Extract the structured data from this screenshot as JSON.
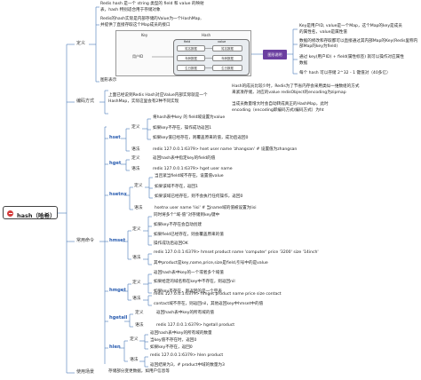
{
  "root": {
    "title": "hash（哈希）"
  },
  "definition": {
    "label": "定义",
    "line1": "Redis hash 是一个 string 类型的 field 和 value 的映射",
    "line2": "表，hash 特别适合用于存储对象",
    "line3": "Redis的hash实际是内部存储的Value为一个HashMap,",
    "line4": "并提供了直接存取这个Map成员的接口",
    "diagram_label": "图形表示",
    "diagram": {
      "key": "Key",
      "hash": "Hash",
      "field": "field",
      "value": "value",
      "user_id": "用户ID",
      "fields": [
        "姓名数据",
        "年龄数据",
        "生日数据"
      ],
      "values": [
        "姓名数据",
        "年龄数据",
        "生日数据"
      ]
    },
    "tu_label": "图形说明",
    "notes": [
      "Key是用户ID, value是一个Map，这个Map的key是成员",
      "的属性名，value是属性值",
      "数据的修改和存取都可以直接通过其内部Map的Key(Redis里称内部Map的key为field)",
      "通过 key(用户ID) + field(属性标签) 就可以操作对应属性",
      "数据",
      "每个 hash 可以存储 2^32 - 1 键值对（40多亿）"
    ]
  },
  "encoding": {
    "label": "编码方式",
    "line1": "Hash的成员比较少时，Redis为了节省内存会采用类似一维数组的方式",
    "line2": "来紧凑存储，对应的value redisObject的encoding为zipmap",
    "line3": "当成员数量增大时会自动转成真正的HashMap，此时",
    "line4": "encoding（encoding即编码方式/编码方式）为ht"
  },
  "common": {
    "label": "常用命令",
    "intro1": "上面已经说到Redis Hash对应Value内部实际就是一个",
    "intro2": "HashMap，实际这里会有2种不同实现"
  },
  "commands": {
    "hset": {
      "name": "hset",
      "def_label": "定义",
      "ex_label": "语法",
      "defs": [
        "将hash表中key 的 field域设置为value",
        "如果key不存在，操作成功返回1",
        "如果key值已经存在，则覆盖原来的值，成功后返回0"
      ],
      "ex": "redis 127.0.0.1:6379> hset user name 'zhangsan'      # 设置值为zhangsan"
    },
    "hget": {
      "name": "hget",
      "def": "返回hash表中指定key的field的值",
      "ex": "redis 127.0.0.1:6379> hget user name"
    },
    "hsetnx": {
      "name": "hsetnx",
      "defs": [
        "当且紧当field域不存在，设置值value",
        "如果该域不存在，返回1",
        "如果该域已经存在，则不会执行任何操作，返回0"
      ],
      "ex": "hsetnx user name 'lisi'      # 当name域的值被设置为lisi"
    },
    "hmset": {
      "name": "hmset",
      "defs": [
        "同时将多个“域-值”对存储到key键中",
        "如果key不存在会自动创建",
        "如果field已经存在，则会覆盖原来的值",
        "操作成功后返回OK"
      ],
      "ex1": "redis 127.0.0.1:6379> hmset product name 'computer' price '3200' size '14inch'",
      "ex2": "其中product是key,name,price,size是field,引号中的是value"
    },
    "hmget": {
      "name": "hmget",
      "defs": [
        "返回hash表中key的一个或者多个域值",
        "如果给定的域名称在key中不存在，则返回nil",
        "如果key不存在，则返回的是一个空表"
      ],
      "ex1": "redis 127.0.0.1:6379> hmget product name price size contact",
      "ex2": "contact域不存在，则返回nil，其他返回key中hmset中的值"
    },
    "hgetall": {
      "name": "hgetall",
      "def": "返回hash表中key的所有域的值",
      "ex": "redis 127.0.0.1:6379> hgetall product"
    },
    "hlen": {
      "name": "hlen",
      "defs": [
        "返回hash表中key的所有域的数量",
        "当key值不存在时，返回0",
        "如果key不存在，返回0"
      ],
      "ex1": "redis 127.0.0.1:6379> hlen product",
      "ex2": "返回结果为3，# product中域的数量为3"
    }
  },
  "usage": {
    "label": "使用场景",
    "text": "存储部分变更数据，如用户信息等"
  }
}
